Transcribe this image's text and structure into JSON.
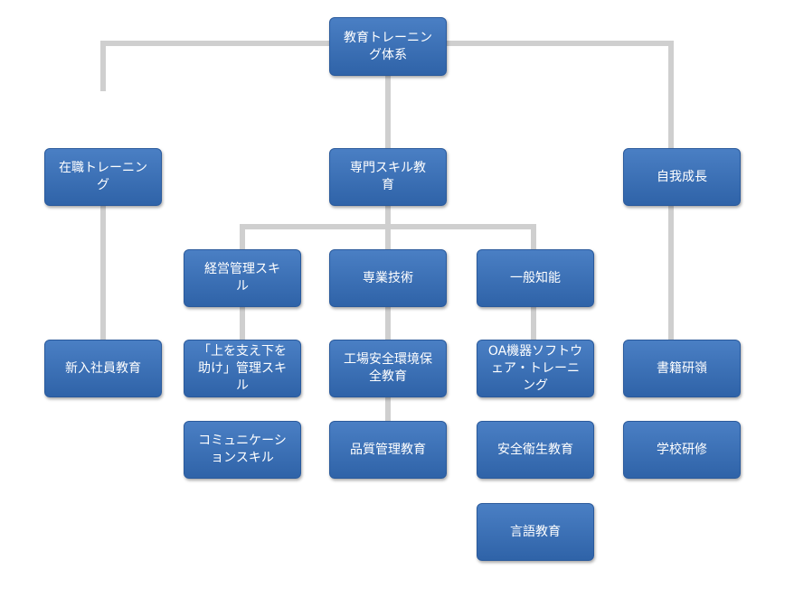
{
  "nodes": {
    "root": "教育トレーニング体系",
    "ojt": "在職トレーニング",
    "specialist": "専門スキル教育",
    "self": "自我成長",
    "mgmt": "経営管理スキル",
    "tech": "専業技術",
    "general": "一般知能",
    "newhire": "新入社員教育",
    "support": "「上を支え下を助け」管理スキル",
    "factory": "工場安全環境保全教育",
    "oa": "OA機器ソフトウェア・トレーニング",
    "books": "書籍研嶺",
    "comm": "コミュニケーションスキル",
    "quality": "品質管理教育",
    "safety": "安全衛生教育",
    "school": "学校研修",
    "language": "言語教育"
  },
  "colors": {
    "node_fill": "#3a6fb7",
    "connector": "#cfcfcf"
  }
}
